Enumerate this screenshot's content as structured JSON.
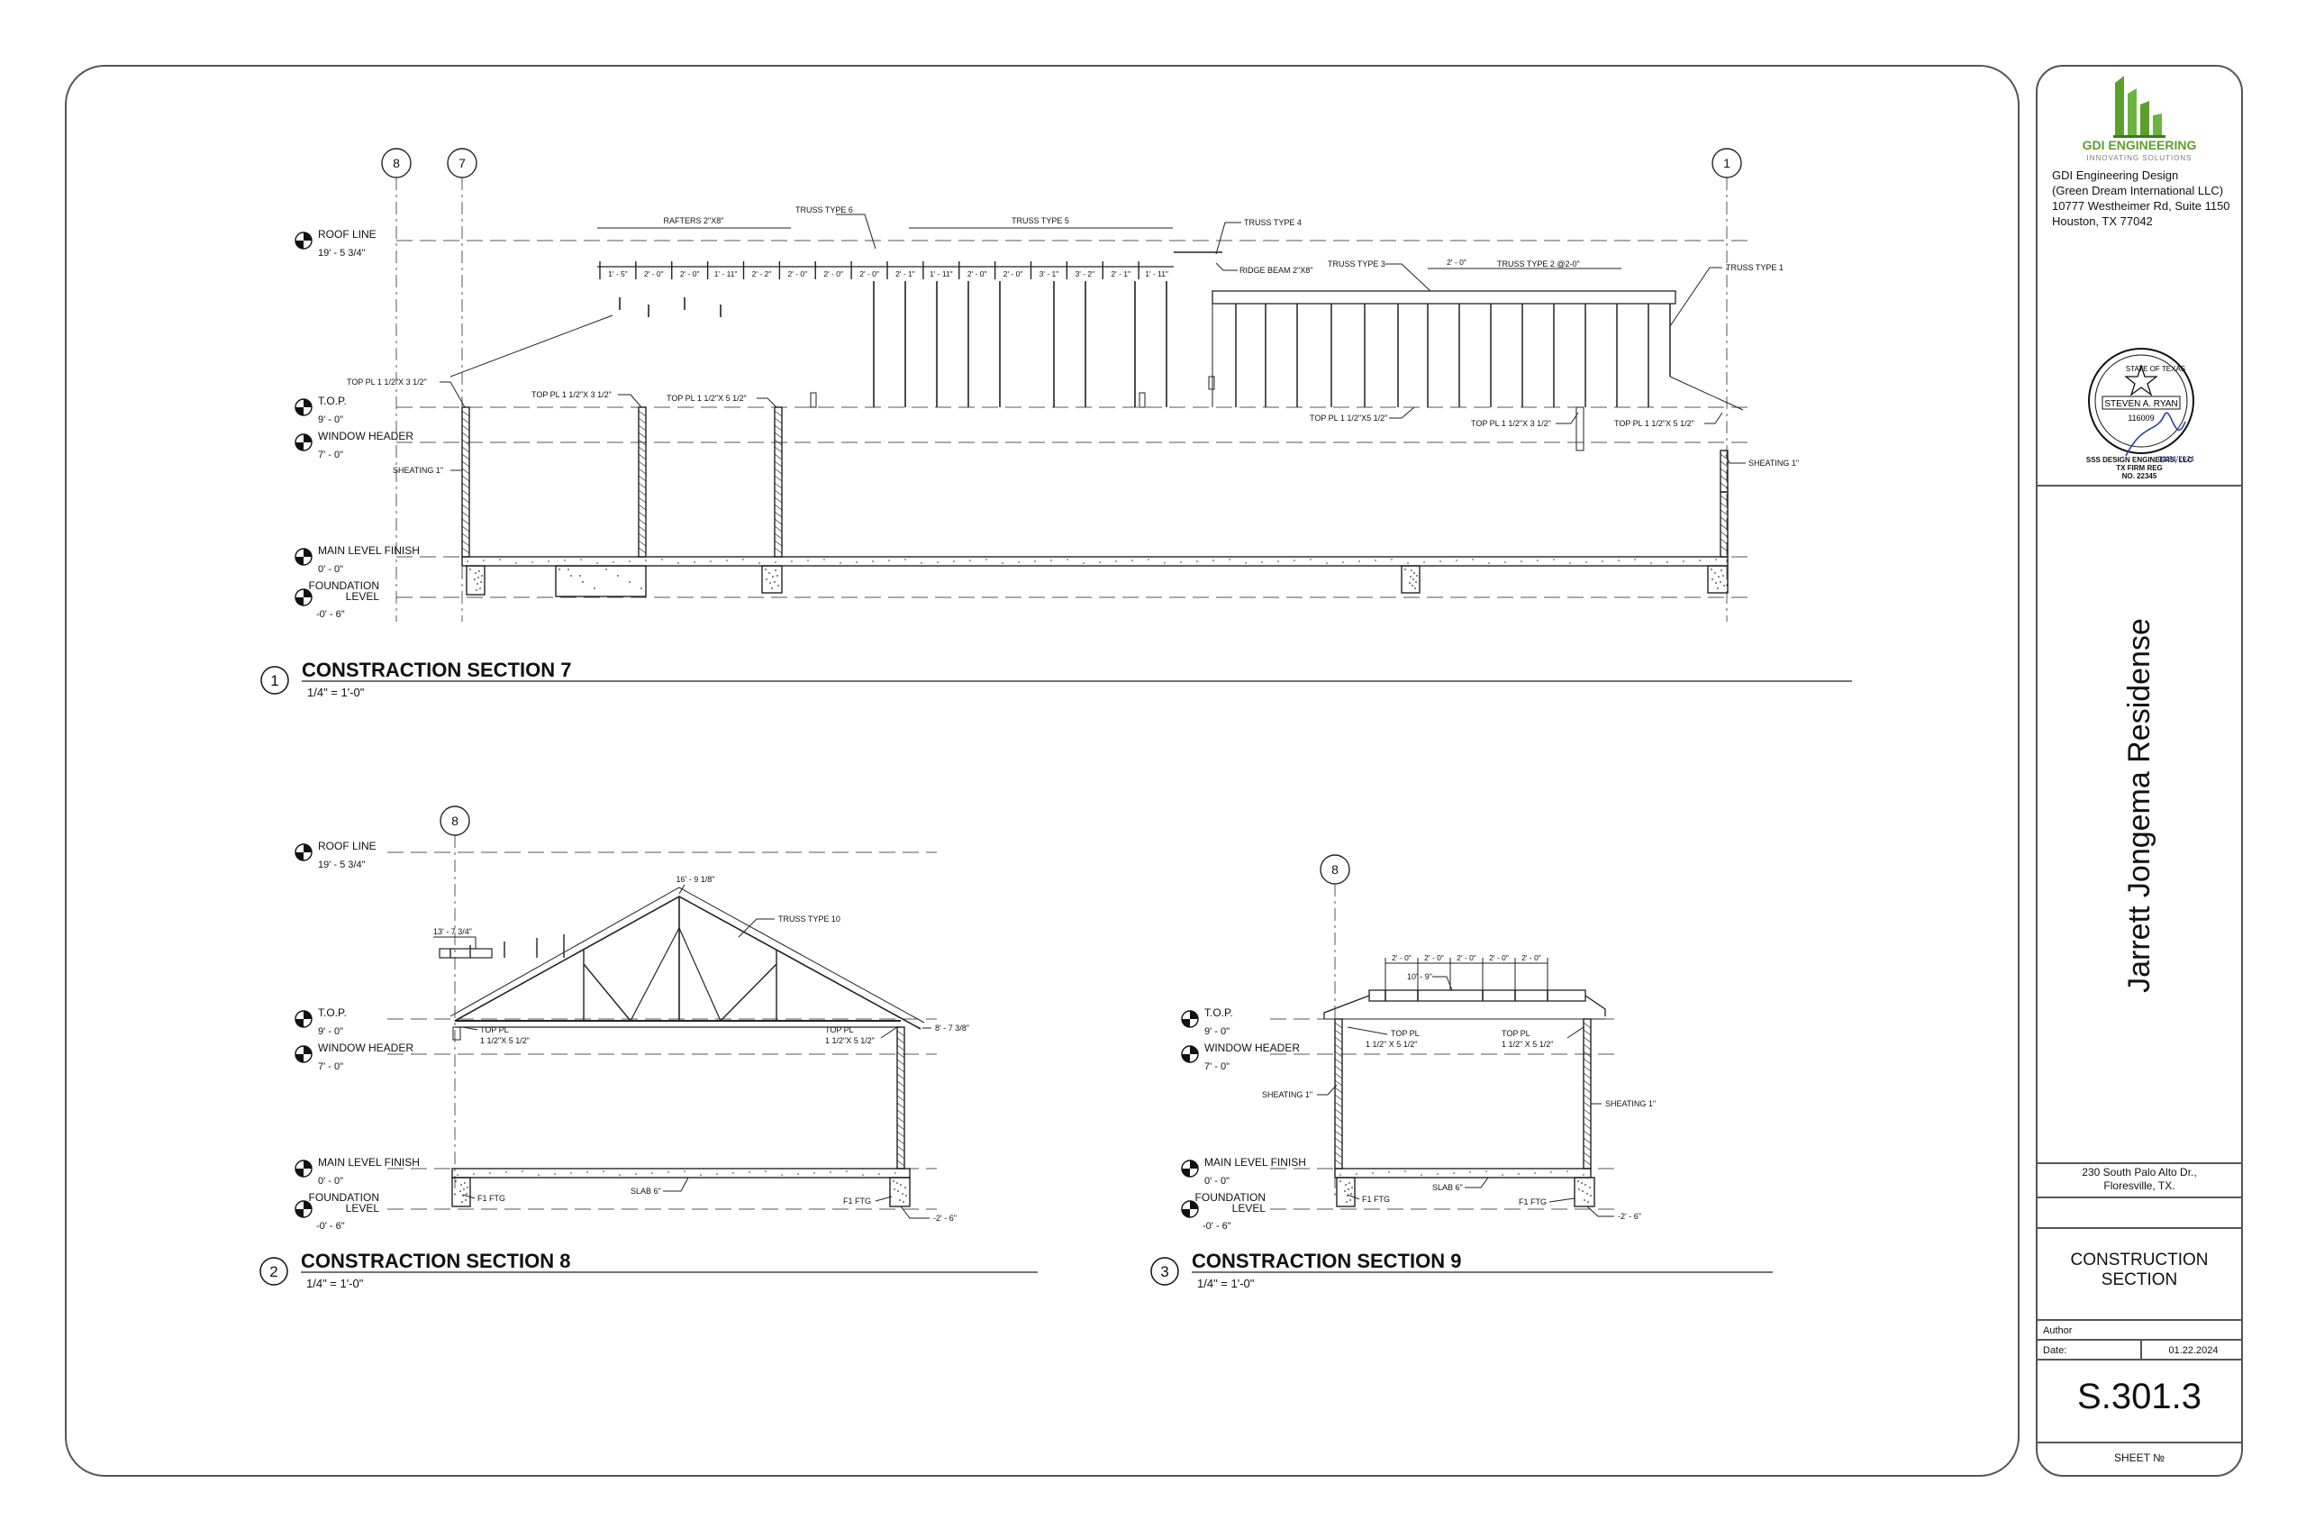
{
  "sheet": {
    "brand": {
      "name": "GDI ENGINEERING",
      "tagline": "INNOVATING SOLUTIONS",
      "color": "#5aa02c"
    },
    "firm": [
      "GDI Engineering Design",
      "(Green Dream International LLC)",
      "10777 Westheimer Rd, Suite 1150",
      "Houston, TX 77042"
    ],
    "seal": {
      "state": "STATE OF TEXAS",
      "name": "STEVEN A. RYAN",
      "number": "116009",
      "date": "01/24/2024",
      "firm_lines": [
        "SSS DESIGN ENGINEERS, LLC",
        "TX FIRM REG",
        "NO. 22345"
      ]
    },
    "project": "Jarrett Jongema Residense",
    "address": [
      "230 South Palo Alto Dr.,",
      "Floresville, TX."
    ],
    "sheet_title": [
      "CONSTRUCTION",
      "SECTION"
    ],
    "author_label": "Author",
    "date_label": "Date:",
    "date_value": "01.22.2024",
    "sheet_number": "S.301.3",
    "sheet_number_label": "SHEET №"
  },
  "views": [
    {
      "number": "1",
      "title": "CONSTRACTION SECTION 7",
      "scale": "1/4\" = 1'-0\"",
      "grids": [
        "8",
        "7",
        "1"
      ],
      "levels": [
        {
          "name": "ROOF LINE",
          "elev": "19' - 5 3/4\""
        },
        {
          "name": "T.O.P.",
          "elev": "9' - 0\""
        },
        {
          "name": "WINDOW HEADER",
          "elev": "7' - 0\""
        },
        {
          "name": "MAIN LEVEL FINISH",
          "elev": "0' - 0\""
        },
        {
          "name": "FOUNDATION",
          "name2": "LEVEL",
          "elev": "-0' - 6\""
        }
      ],
      "notes": {
        "rafters": "RAFTERS 2\"X8\"",
        "truss6": "TRUSS TYPE 6",
        "truss5": "TRUSS TYPE 5",
        "truss4": "TRUSS TYPE 4",
        "ridge": "RIDGE BEAM 2\"X8\"",
        "truss3": "TRUSS TYPE 3",
        "truss2": "TRUSS TYPE 2 @2-0\"",
        "truss1": "TRUSS TYPE 1",
        "truss3dim": "2' - 0\"",
        "toppl_a": "TOP PL 1 1/2\"X 3 1/2\"",
        "toppl_b": "TOP PL 1 1/2\"X 3 1/2\"",
        "toppl_c": "TOP PL 1 1/2\"X 5 1/2\"",
        "toppl_d": "TOP PL 1 1/2\"X5 1/2\"",
        "toppl_e": "TOP PL 1 1/2\"X 3 1/2\"",
        "toppl_f": "TOP PL 1 1/2\"X 5 1/2\"",
        "sheat_l": "SHEATING 1\"",
        "sheat_r": "SHEATING 1\""
      },
      "spacing": [
        "1' - 5\"",
        "2' - 0\"",
        "2' - 0\"",
        "1' - 11\"",
        "2' - 2\"",
        "2' - 0\"",
        "2' - 0\"",
        "2' - 0\"",
        "2' - 1\"",
        "1' - 11\"",
        "2' - 0\"",
        "2' - 0\"",
        "3' - 1\"",
        "3' - 2\"",
        "2' - 1\"",
        "1' - 11\""
      ]
    },
    {
      "number": "2",
      "title": "CONSTRACTION SECTION 8",
      "scale": "1/4\" = 1'-0\"",
      "grid": "8",
      "levels": [
        {
          "name": "ROOF LINE",
          "elev": "19' - 5 3/4\""
        },
        {
          "name": "T.O.P.",
          "elev": "9' - 0\""
        },
        {
          "name": "WINDOW HEADER",
          "elev": "7' - 0\""
        },
        {
          "name": "MAIN LEVEL FINISH",
          "elev": "0' - 0\""
        },
        {
          "name": "FOUNDATION",
          "name2": "LEVEL",
          "elev": "-0' - 6\""
        }
      ],
      "notes": {
        "peak": "16' - 9 1/8\"",
        "overhang": "13' - 7 3/4\"",
        "truss10": "TRUSS TYPE 10",
        "toppl_l1": "TOP PL",
        "toppl_l2": "1 1/2\"X 5 1/2\"",
        "toppl_r1": "TOP PL",
        "toppl_r2": "1 1/2\"X 5 1/2\"",
        "eave": "8' - 7 3/8\"",
        "ftg_l": "F1 FTG",
        "slab": "SLAB 6\"",
        "ftg_r": "F1 FTG",
        "ftg_depth": "-2' - 6\""
      }
    },
    {
      "number": "3",
      "title": "CONSTRACTION SECTION 9",
      "scale": "1/4\" = 1'-0\"",
      "grid": "8",
      "levels": [
        {
          "name": "T.O.P.",
          "elev": "9' - 0\""
        },
        {
          "name": "WINDOW HEADER",
          "elev": "7' - 0\""
        },
        {
          "name": "MAIN LEVEL FINISH",
          "elev": "0' - 0\""
        },
        {
          "name": "FOUNDATION",
          "name2": "LEVEL",
          "elev": "-0' - 6\""
        }
      ],
      "notes": {
        "span": "10' - 9\"",
        "toppl_l1": "TOP PL",
        "toppl_l2": "1 1/2\" X 5 1/2\"",
        "toppl_r1": "TOP PL",
        "toppl_r2": "1 1/2\" X 5 1/2\"",
        "sheat_l": "SHEATING 1\"",
        "sheat_r": "SHEATING 1\"",
        "ftg_l": "F1 FTG",
        "slab": "SLAB 6\"",
        "ftg_r": "F1 FTG",
        "ftg_depth": "-2' - 6\""
      },
      "spacing": [
        "2' - 0\"",
        "2' - 0\"",
        "2' - 0\"",
        "2' - 0\"",
        "2' - 0\""
      ]
    }
  ]
}
